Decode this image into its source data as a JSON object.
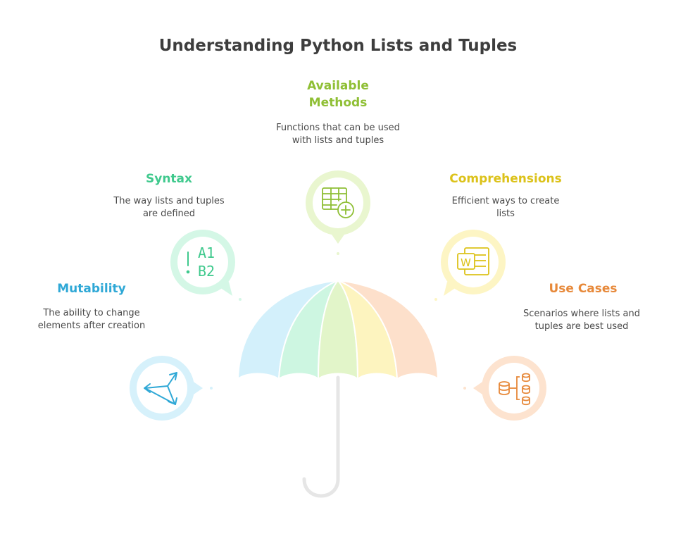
{
  "title": "Understanding Python Lists and Tuples",
  "items": [
    {
      "label": "Mutability",
      "description": "The ability to change elements after creation",
      "icon": "arrows-triangle-icon",
      "color": "#2fa8d6",
      "bubble": "#d6f1fb"
    },
    {
      "label": "Syntax",
      "description": "The way lists and tuples are defined",
      "icon": "a1-b2-icon",
      "color": "#3fc98d",
      "bubble": "#d4f7e6",
      "icon_text_1": "A1",
      "icon_text_2": "B2"
    },
    {
      "label": "Available Methods",
      "description": "Functions that can be used with lists and tuples",
      "icon": "table-plus-icon",
      "color": "#8fbf35",
      "bubble": "#e9f6cf"
    },
    {
      "label": "Comprehensions",
      "description": "Efficient ways to create lists",
      "icon": "word-document-icon",
      "color": "#dcc21a",
      "bubble": "#fdf5c4",
      "icon_text_1": "W"
    },
    {
      "label": "Use Cases",
      "description": "Scenarios where lists and tuples are best used",
      "icon": "database-hierarchy-icon",
      "color": "#e7893a",
      "bubble": "#fde3cf"
    }
  ],
  "umbrella_colors": [
    "#d3f0fb",
    "#cdf6e1",
    "#e2f5c9",
    "#fdf4bf",
    "#fde0cb"
  ],
  "handle_color": "#e6e6e6"
}
